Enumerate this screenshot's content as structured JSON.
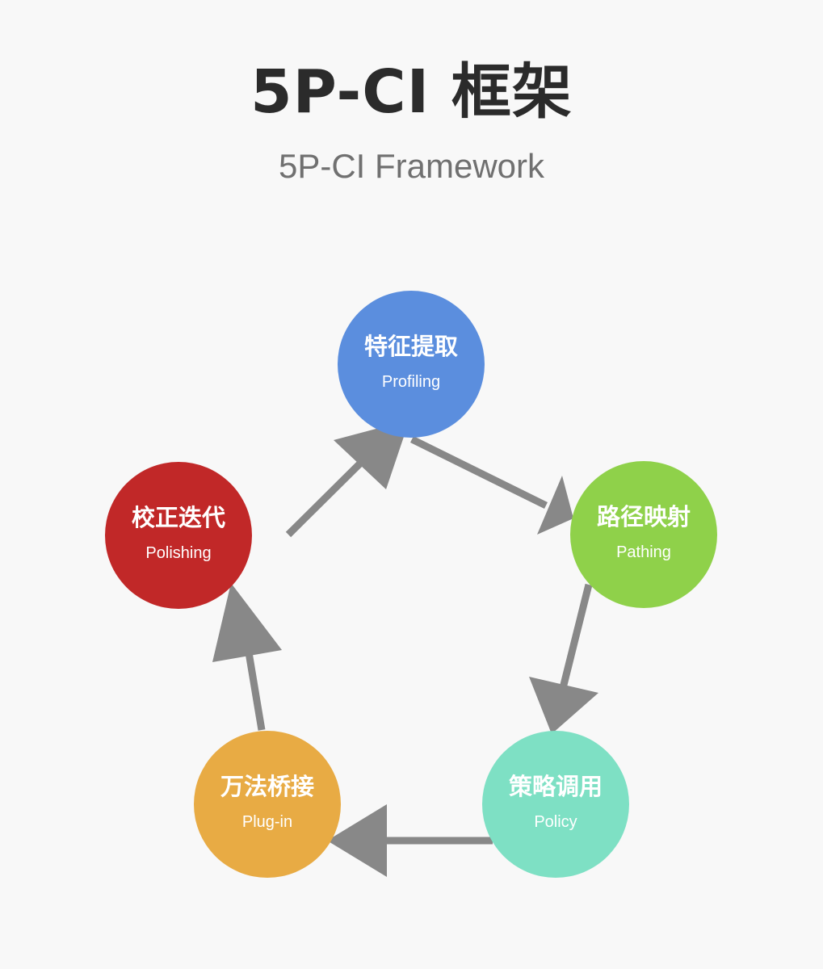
{
  "header": {
    "title": "5P-CI 框架",
    "subtitle": "5P-CI Framework"
  },
  "nodes": [
    {
      "id": "profiling",
      "label_zh": "特征提取",
      "label_en": "Profiling",
      "color": "#5b8ede"
    },
    {
      "id": "pathing",
      "label_zh": "路径映射",
      "label_en": "Pathing",
      "color": "#8fd14a"
    },
    {
      "id": "policy",
      "label_zh": "策略调用",
      "label_en": "Policy",
      "color": "#7ee0c4"
    },
    {
      "id": "plugin",
      "label_zh": "万法桥接",
      "label_en": "Plug-in",
      "color": "#e8ab44"
    },
    {
      "id": "polishing",
      "label_zh": "校正迭代",
      "label_en": "Polishing",
      "color": "#c12828"
    }
  ],
  "arrow_color": "#888888"
}
